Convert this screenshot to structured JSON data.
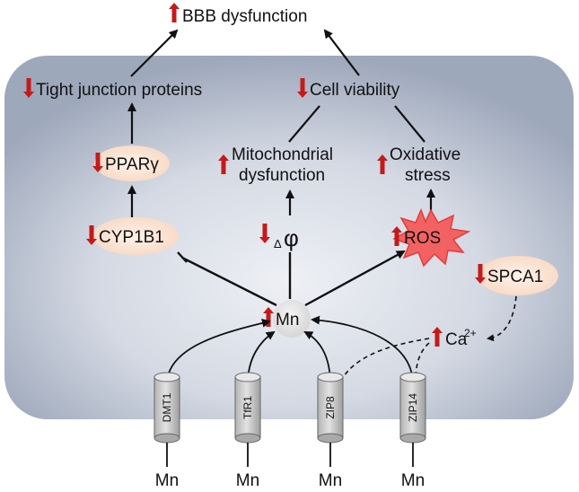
{
  "colors": {
    "cell_fill_top": "#9aa7bd",
    "cell_fill_center": "#d9dee8",
    "arrow_up": "#c41a1a",
    "arrow_down": "#c41a1a",
    "oval_fill": "#fbe1cf",
    "ros_fill": "#f26262",
    "ros_stroke": "#e03a3a",
    "mn_fill": "#e6e6e6",
    "transporter_fill": "#cfcfcf"
  },
  "labels": {
    "bbb": "BBB dysfunction",
    "tight_junction": "Tight junction proteins",
    "cell_viability": "Cell viability",
    "mito_line1": "Mitochondrial",
    "mito_line2": "dysfunction",
    "oxidative_line1": "Oxidative",
    "oxidative_line2": "stress",
    "ppar": "PPARγ",
    "cyp": "CYP1B1",
    "delta": "Δ",
    "phi": "φ",
    "ros": "ROS",
    "spca": "SPCA1",
    "ca": "Ca",
    "ca_sup": "2+",
    "mn_center": "Mn"
  },
  "transporters": [
    {
      "name": "DMT1",
      "source": "Mn"
    },
    {
      "name": "TfR1",
      "source": "Mn"
    },
    {
      "name": "ZIP8",
      "source": "Mn"
    },
    {
      "name": "ZIP14",
      "source": "Mn"
    }
  ]
}
